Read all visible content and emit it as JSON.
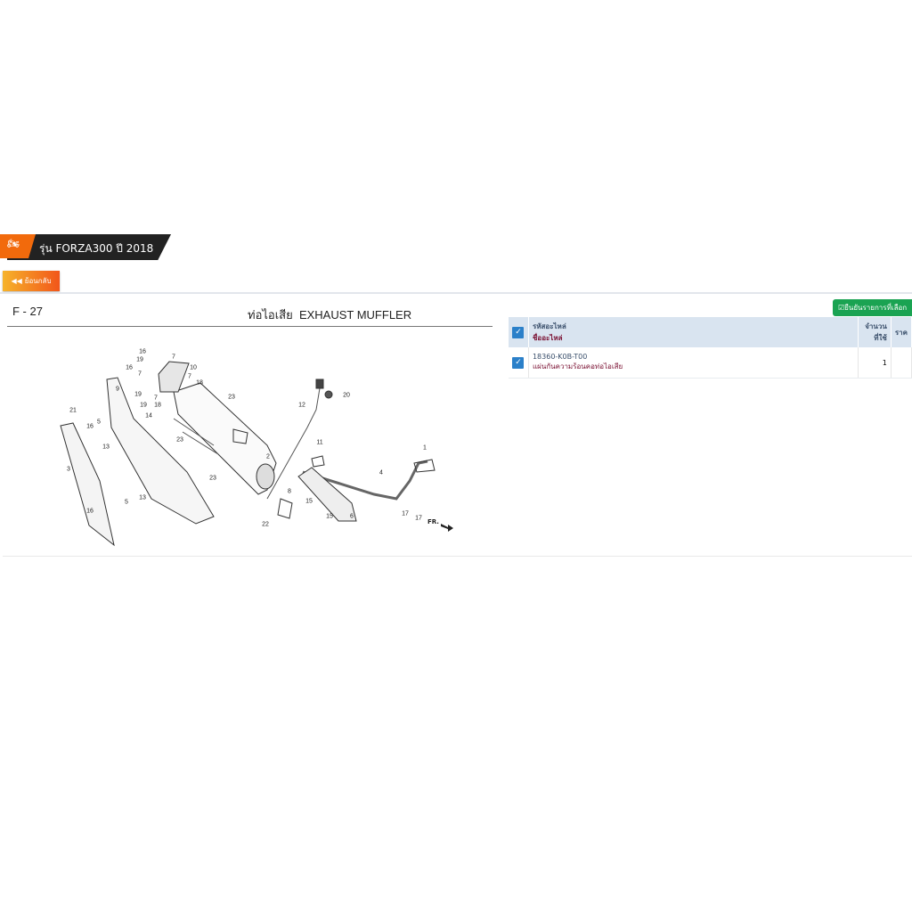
{
  "header": {
    "model_label": "รุ่น FORZA300 ปี 2018",
    "icon": "motorcycle-icon",
    "accent": "#f26a0c"
  },
  "back_button": {
    "label": "ย้อนกลับ",
    "icon": "double-chevron-left-icon"
  },
  "figure": {
    "code": "F - 27",
    "title": "ท่อไอเสีย  EXHAUST MUFFLER",
    "callouts": [
      "16",
      "7",
      "19",
      "16",
      "10",
      "7",
      "7",
      "18",
      "9",
      "19",
      "7",
      "18",
      "19",
      "14",
      "23",
      "12",
      "20",
      "21",
      "5",
      "16",
      "13",
      "23",
      "2",
      "11",
      "1",
      "4",
      "3",
      "23",
      "5",
      "13",
      "16",
      "8",
      "15",
      "6",
      "15",
      "17",
      "17",
      "22"
    ],
    "direction_label": "FR."
  },
  "parts": {
    "confirm_button": "ยืนยันรายการที่เลือก",
    "confirm_color": "#1aa352",
    "headers": {
      "code": "รหัสอะไหล่",
      "name": "ชื่ออะไหล่",
      "qty_line1": "จำนวน",
      "qty_line2": "ที่ใช้",
      "price": "ราค"
    },
    "rows": [
      {
        "checked": true,
        "code": "18360-K0B-T00",
        "name": "แผ่นกันความร้อนคอท่อไอเสีย",
        "qty": "1"
      }
    ]
  }
}
